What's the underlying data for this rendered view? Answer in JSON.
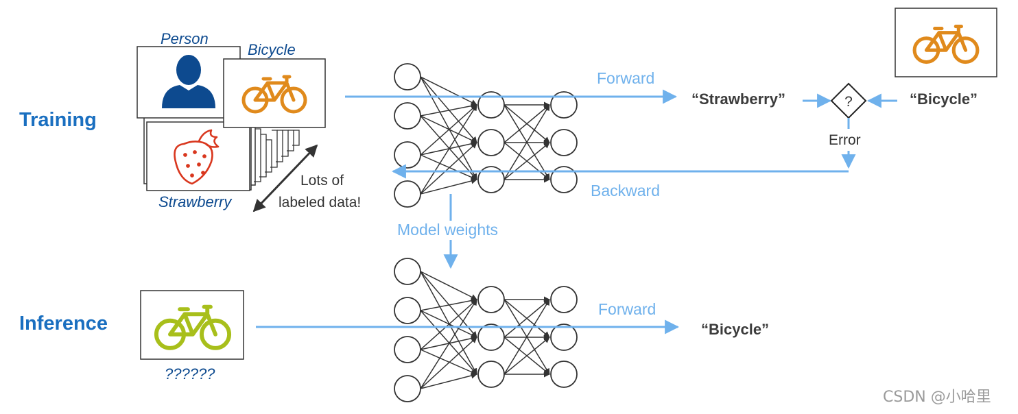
{
  "colors": {
    "title_blue": "#1a6fc0",
    "caption_blue": "#0d4a8f",
    "flow_blue": "#6fb1ec",
    "bike_orange": "#e08a1c",
    "bike_green": "#a8bf1b",
    "strawberry_red": "#d9371e",
    "person_blue": "#0d4a8f"
  },
  "sections": {
    "training": "Training",
    "inference": "Inference"
  },
  "training": {
    "captions": {
      "person": "Person",
      "bicycle": "Bicycle",
      "strawberry": "Strawberry"
    },
    "data_note": [
      "Lots of",
      "labeled data!"
    ],
    "forward_label": "Forward",
    "backward_label": "Backward",
    "prediction": "“Strawberry”",
    "decision_symbol": "?",
    "ground_truth": "“Bicycle”",
    "error_label": "Error",
    "weights_label": "Model weights",
    "icons": [
      "person-icon",
      "bicycle-icon",
      "strawberry-icon",
      "neural-network-icon",
      "diamond-compare-icon"
    ]
  },
  "inference": {
    "caption": "??????",
    "forward_label": "Forward",
    "result": "“Bicycle”",
    "icons": [
      "bicycle-icon",
      "neural-network-icon"
    ]
  },
  "watermark": "CSDN @小哈里"
}
